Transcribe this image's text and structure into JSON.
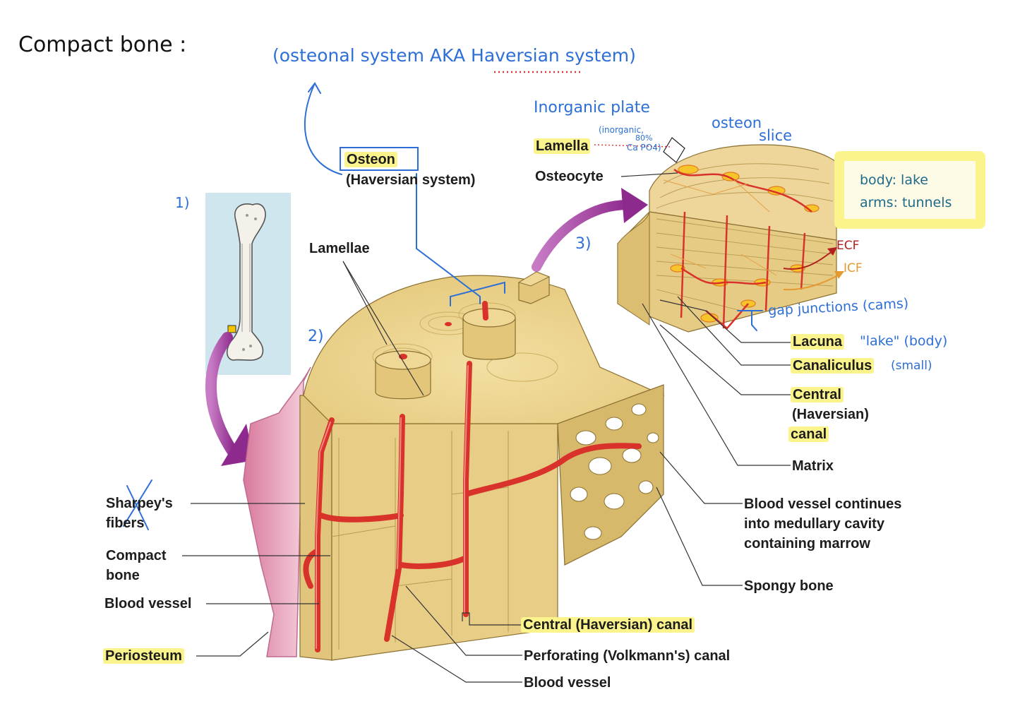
{
  "heading": "Compact bone :",
  "subtitle": "(osteonal system AKA Haversian system)",
  "step_labels": {
    "one": "1)",
    "two": "2)",
    "three": "3)"
  },
  "top_notes": {
    "inorganic_plate": "Inorganic plate",
    "inorganic_detail": [
      "(inorganic,",
      "80%",
      "Ca PO4)"
    ],
    "osteon_slice": [
      "osteon",
      "slice"
    ]
  },
  "sticky_note": {
    "line1": "body: lake",
    "line2": "arms: tunnels"
  },
  "fluid_labels": {
    "ecf": "ECF",
    "icf": "ICF"
  },
  "labels": {
    "osteon": "Osteon",
    "haversian_system": "(Haversian system)",
    "lamella": "Lamella",
    "osteocyte": "Osteocyte",
    "lamellae": "Lamellae",
    "lacuna": "Lacuna",
    "canaliculus": "Canaliculus",
    "central_line1": "Central",
    "central_line2": "(Haversian)",
    "central_line3": "canal",
    "matrix": "Matrix",
    "bv_continues_1": "Blood vessel continues",
    "bv_continues_2": "into medullary cavity",
    "bv_continues_3": "containing marrow",
    "spongy_bone": "Spongy bone",
    "central_haversian_canal": "Central (Haversian) canal",
    "perforating_canal": "Perforating (Volkmann's) canal",
    "blood_vessel_bottom": "Blood vessel",
    "sharpeys_1": "Sharpey's",
    "sharpeys_2": "fibers",
    "compact_bone_1": "Compact",
    "compact_bone_2": "bone",
    "blood_vessel_left": "Blood vessel",
    "periosteum": "Periosteum"
  },
  "handwritten": {
    "gap_junctions": "gap junctions (cams)",
    "lake_body": "\"lake\" (body)",
    "small": "(small)"
  },
  "colors": {
    "bone": "#ecd592",
    "bone_dark": "#d9bb6e",
    "vessel": "#d8322b",
    "periosteum": "#e79ab8",
    "pen_blue": "#2d6fd6",
    "highlight": "#fbf38c",
    "purple_arrow": "#a23a9f"
  }
}
